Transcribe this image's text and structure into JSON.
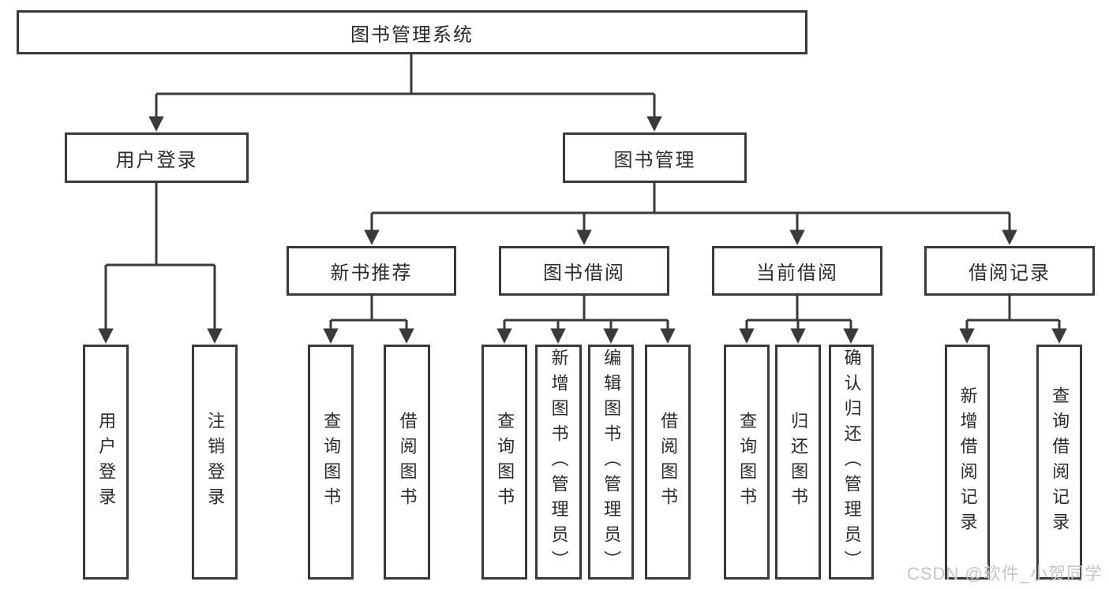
{
  "watermark": "CSDN @软件_小贺同学",
  "colors": {
    "line": "#3a3a3a",
    "text": "#2b2b2b",
    "watermark": "#c5c5c5",
    "background": "#ffffff"
  },
  "tree": {
    "label": "图书管理系统",
    "children": [
      {
        "label": "用户登录",
        "children": [
          {
            "label": "用户登录"
          },
          {
            "label": "注销登录"
          }
        ]
      },
      {
        "label": "图书管理",
        "children": [
          {
            "label": "新书推荐",
            "children": [
              {
                "label": "查询图书"
              },
              {
                "label": "借阅图书"
              }
            ]
          },
          {
            "label": "图书借阅",
            "children": [
              {
                "label": "查询图书"
              },
              {
                "label": "新增图书（管理员）"
              },
              {
                "label": "编辑图书（管理员）"
              },
              {
                "label": "借阅图书"
              }
            ]
          },
          {
            "label": "当前借阅",
            "children": [
              {
                "label": "查询图书"
              },
              {
                "label": "归还图书"
              },
              {
                "label": "确认归还（管理员）"
              }
            ]
          },
          {
            "label": "借阅记录",
            "children": [
              {
                "label": "新增借阅记录"
              },
              {
                "label": "查询借阅记录"
              }
            ]
          }
        ]
      }
    ]
  }
}
